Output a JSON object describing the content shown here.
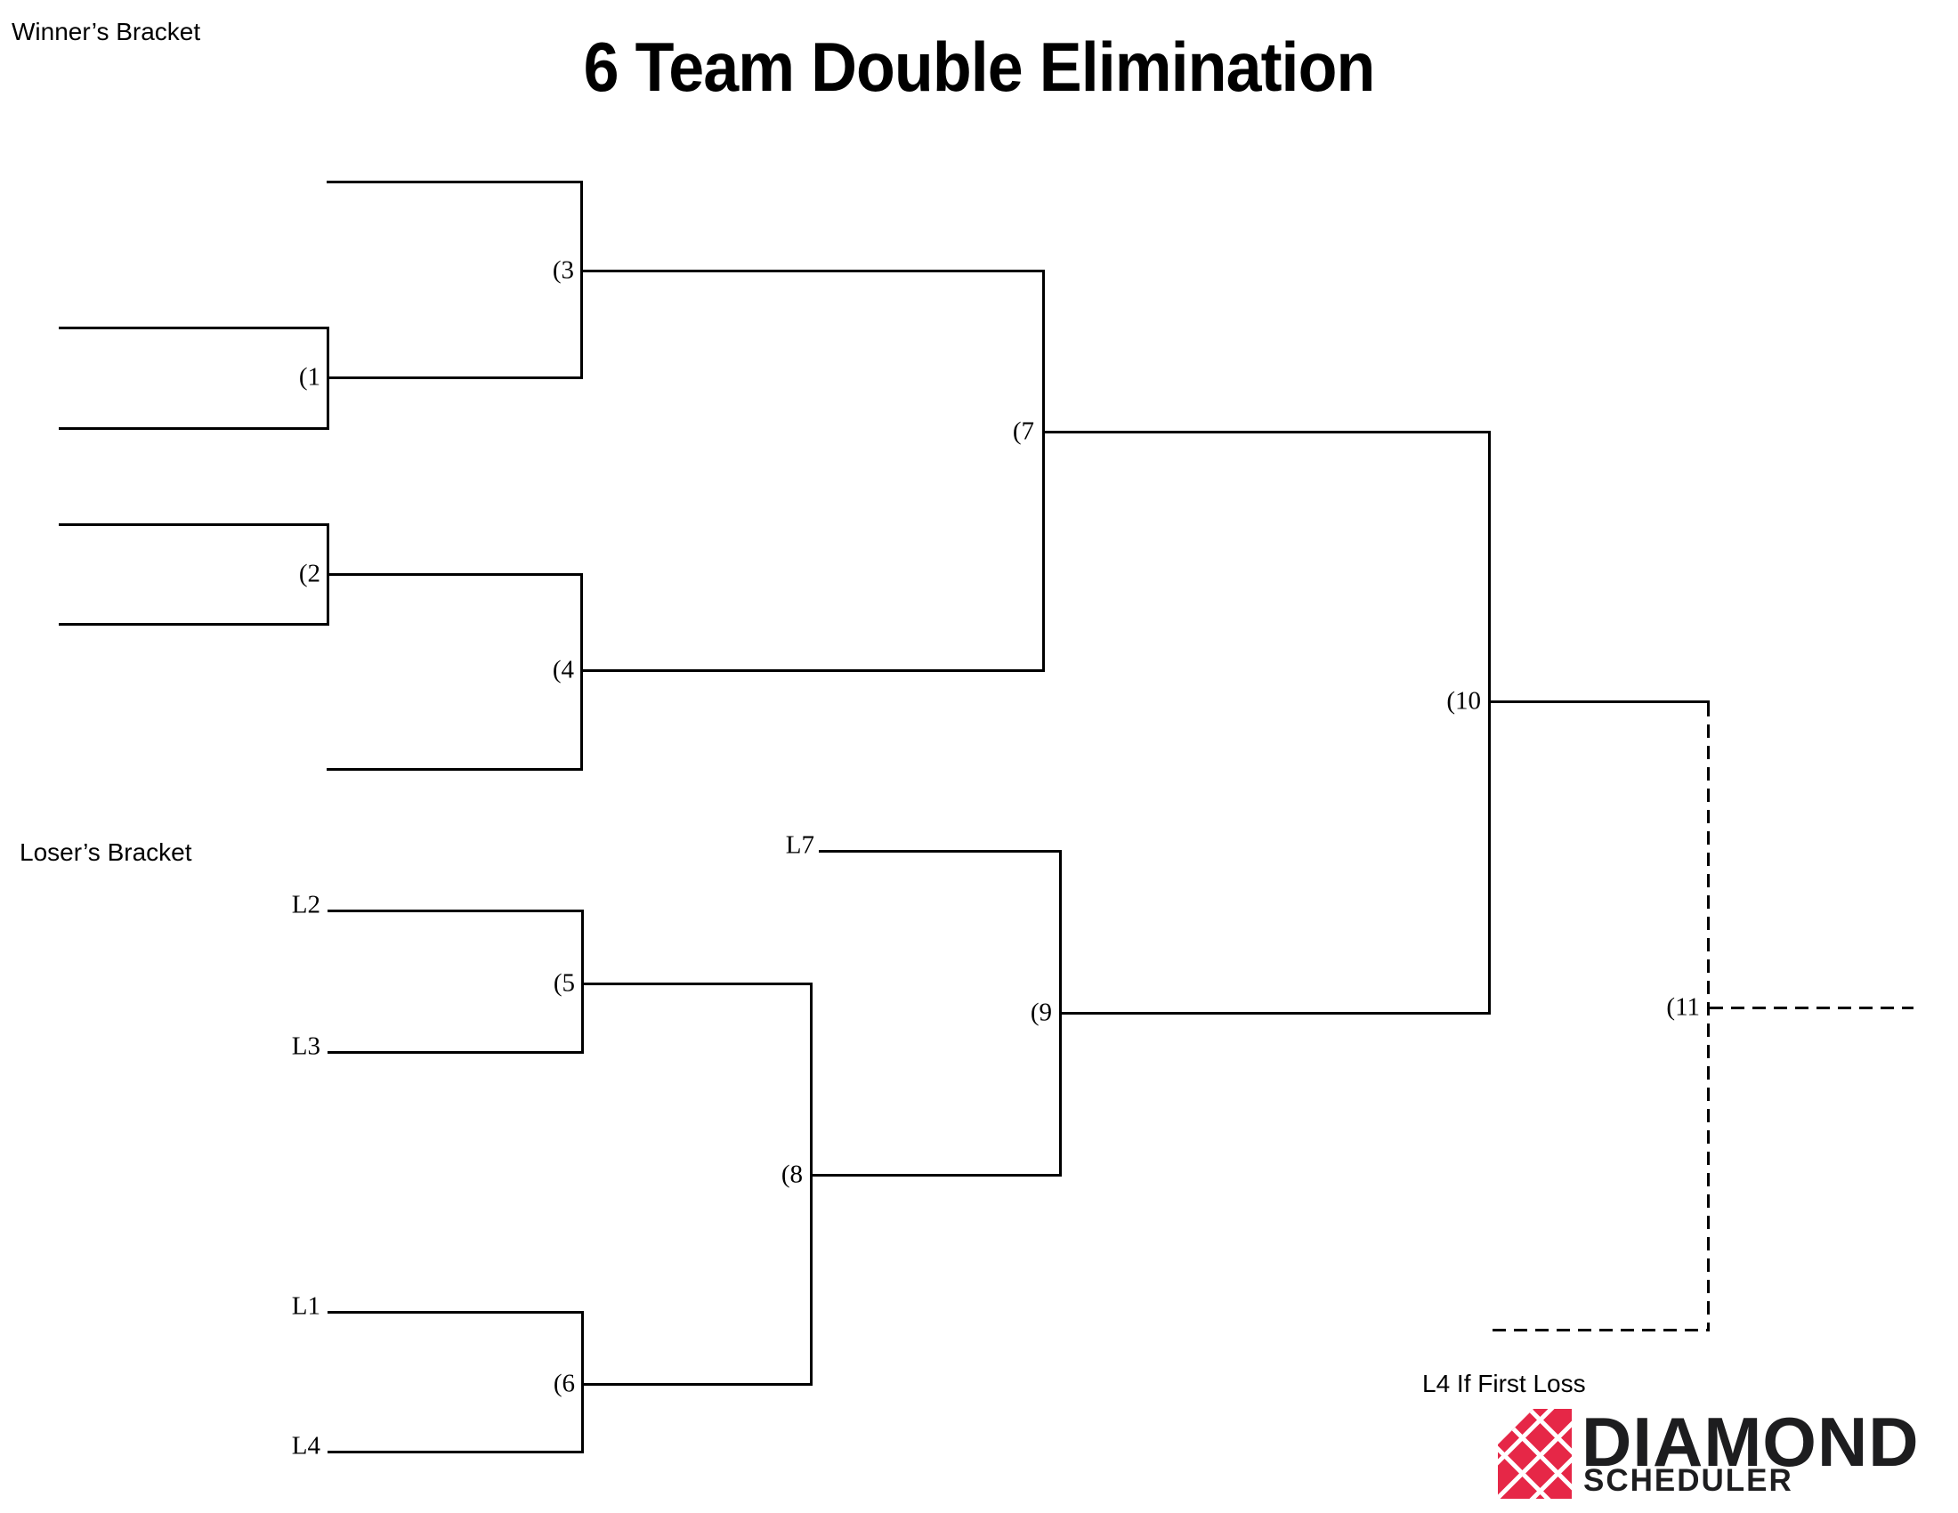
{
  "header": {
    "winners_bracket_label": "Winner’s Bracket",
    "title": "6 Team Double Elimination"
  },
  "losers_section": {
    "label": "Loser’s Bracket"
  },
  "games": {
    "g1": "(1",
    "g2": "(2",
    "g3": "(3",
    "g4": "(4",
    "g5": "(5",
    "g6": "(6",
    "g7": "(7",
    "g8": "(8",
    "g9": "(9",
    "g10": "(10",
    "g11": "(11"
  },
  "loser_slots": {
    "L1": "L1",
    "L2": "L2",
    "L3": "L3",
    "L4": "L4",
    "L7": "L7"
  },
  "footnote": {
    "if_first_loss": "L4 If First Loss"
  },
  "logo": {
    "brand": "DIAMOND",
    "sub_brand": "SCHEDULER",
    "icon": "diamond-lattice-icon",
    "brand_red": "#e62747",
    "brand_text_color": "#1d1d1f"
  },
  "colors": {
    "line": "#000000",
    "background": "#ffffff"
  }
}
